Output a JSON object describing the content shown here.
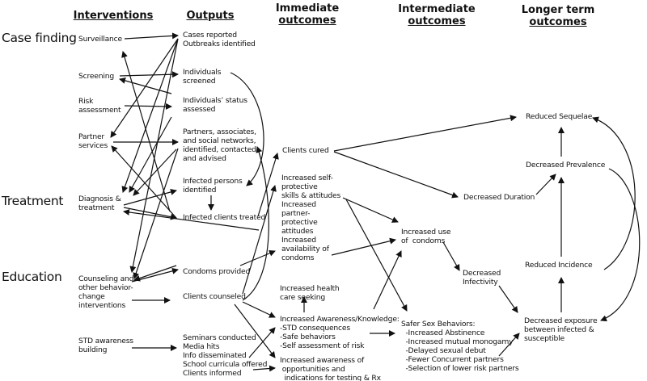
{
  "headers": {
    "interventions": "Interventions",
    "outputs": "Outputs",
    "immediate_1": "Immediate",
    "immediate_2": "outcomes",
    "intermediate_1": "Intermediate",
    "intermediate_2": "outcomes",
    "longer_1": "Longer term",
    "longer_2": "outcomes"
  },
  "rows": {
    "case_finding": "Case finding",
    "treatment": "Treatment",
    "education": "Education"
  },
  "interventions": {
    "surveillance": "Surveillance",
    "screening": "Screening",
    "risk_assessment": "Risk\nassessment",
    "partner_services": "Partner\nservices",
    "diagnosis_treatment": "Diagnosis &\ntreatment",
    "counseling": "Counseling and\nother behavior-\nchange\ninterventions",
    "std_awareness": "STD awareness\nbuilding"
  },
  "outputs": {
    "cases_reported": "Cases reported\nOutbreaks identified",
    "individuals_screened": "Individuals\nscreened",
    "status_assessed": "Individuals’ status\nassessed",
    "partners": "Partners, associates,\nand social networks,\nidentified, contacted,\nand advised",
    "infected_identified": "Infected persons\nidentified",
    "infected_treated": "Infected clients treated",
    "condoms_provided": "Condoms provided",
    "clients_counseled": "Clients counseled",
    "seminars": "Seminars conducted\nMedia hits\nInfo disseminated\nSchool curricula offered\nClients informed"
  },
  "immediate": {
    "clients_cured": "Clients cured",
    "self_protective": "Increased self-\nprotective\nskills & attitudes\nIncreased\npartner-\nprotective\nattitudes\nIncreased\navailability of\ncondoms",
    "health_care_seeking": "Increased health\ncare seeking",
    "awareness_knowledge": "Increased Awareness/Knowledge:\n-STD consequences\n-Safe behaviors\n-Self assessment of risk",
    "awareness_testing": "Increased awareness of\n opportunities and\n  indications for testing & Rx"
  },
  "intermediate": {
    "condom_use": "Increased use\nof  condoms",
    "decreased_duration": "Decreased Duration",
    "decreased_infectivity": "Decreased\nInfectivity",
    "safer_sex": "Safer Sex Behaviors:\n  -Increased Abstinence\n  -Increased mutual monogamy\n  -Delayed sexual debut\n  -Fewer Concurrent partners\n  -Selection of lower risk partners"
  },
  "longer_term": {
    "reduced_sequelae": "Reduced Sequelae",
    "decreased_prevalence": "Decreased Prevalence",
    "reduced_incidence": "Reduced Incidence",
    "decreased_exposure": "Decreased exposure\nbetween infected &\nsusceptible"
  },
  "colors": {
    "line": "#111111",
    "background": "#ffffff"
  }
}
